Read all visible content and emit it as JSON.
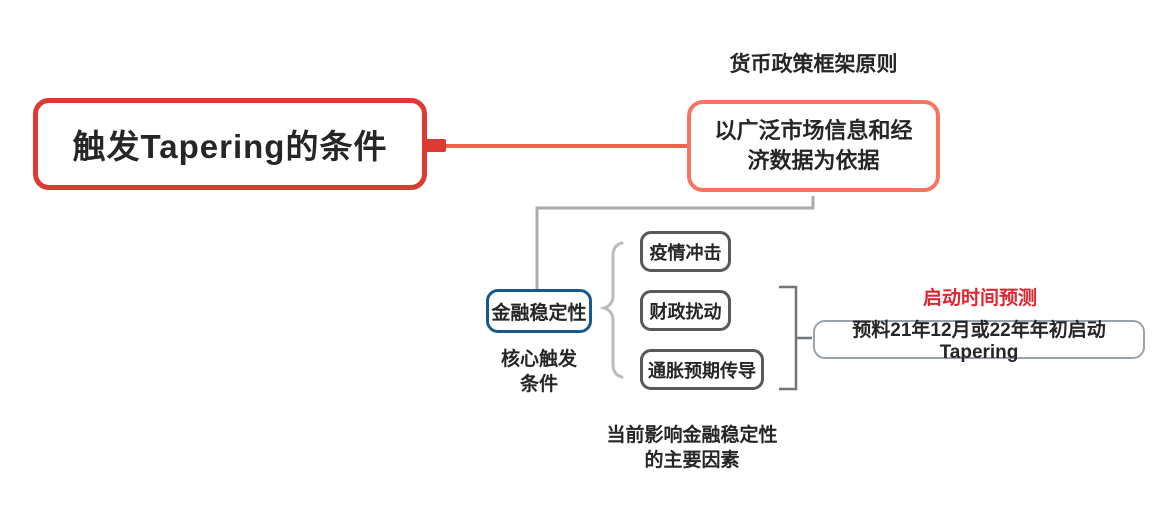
{
  "colors": {
    "bg": "#ffffff",
    "red-main": "#dc3b33",
    "red-line": "#f4604e",
    "salmon": "#f87461",
    "blue": "#15598d",
    "gray-node": "#58595c",
    "gray-connector": "#ababab",
    "gray-brace": "#b9bcc0",
    "gray-bracket": "#717579",
    "gray-prediction": "#9aa2ac",
    "red-label": "#e02531",
    "text-dark": "#262626"
  },
  "root": {
    "label": "触发Tapering的条件"
  },
  "principle": {
    "floating_label": "货币政策框架原则",
    "node_label": "以广泛市场信息和经济数据为依据"
  },
  "stability": {
    "node_label": "金融稳定性",
    "caption": "核心触发\n条件"
  },
  "factors": {
    "items": [
      {
        "label": "疫情冲击"
      },
      {
        "label": "财政扰动"
      },
      {
        "label": "通胀预期传导"
      }
    ],
    "caption": "当前影响金融稳定性\n的主要因素"
  },
  "prediction": {
    "floating_label": "启动时间预测",
    "node_label": "预料21年12月或22年年初启动Tapering"
  }
}
